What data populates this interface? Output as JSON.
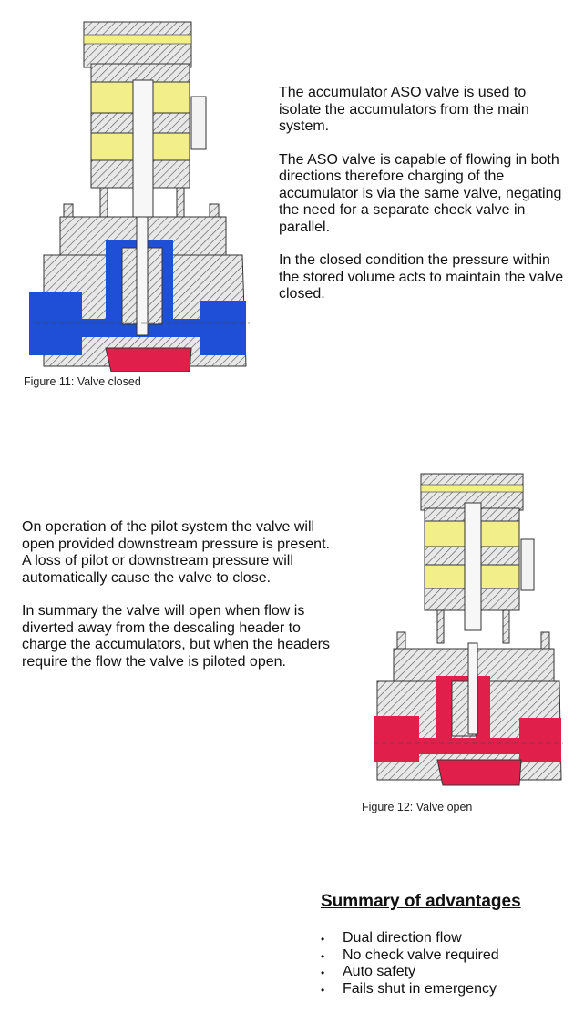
{
  "section1": {
    "paragraphs": [
      "The accumulator ASO valve is used to isolate the accumulators from the main system.",
      "The ASO valve is capable of flowing in both directions therefore charging of the accumulator is via the same valve, negating the need for a separate check valve in parallel.",
      "In the closed condition the pressure within the stored volume acts to maintain the valve closed."
    ],
    "figure_caption": "Figure 11: Valve closed"
  },
  "section2": {
    "paragraphs": [
      "On operation of the pilot system the valve will open provided downstream pressure is present. A loss of pilot or downstream pressure will automatically cause the valve to close.",
      "In summary the valve will open when flow is diverted away from the descaling header to charge the accumulators, but when the headers require the flow the valve is piloted open."
    ],
    "figure_caption": "Figure 12: Valve open"
  },
  "summary": {
    "heading": "Summary of advantages",
    "items": [
      "Dual direction flow",
      "No check valve required",
      "Auto safety",
      "Fails shut in emergency"
    ]
  },
  "colors": {
    "closed_fluid": "#1e4fd6",
    "open_fluid": "#e0204a",
    "piston_chamber": "#f2ee8a",
    "hatch": "#555555"
  },
  "icons": {
    "figure11": "valve-closed-drawing",
    "figure12": "valve-open-drawing"
  }
}
